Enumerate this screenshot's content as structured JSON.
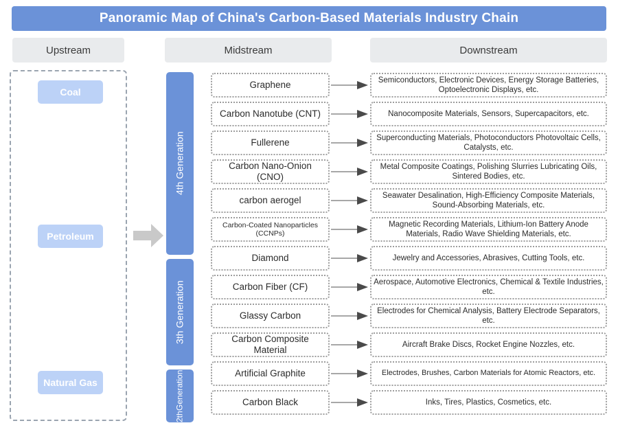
{
  "title": "Panoramic Map of China's Carbon-Based Materials Industry Chain",
  "colors": {
    "title_bar": "#6B92D8",
    "header_bg": "#E9EBED",
    "upstream_item": "#BCD2F7",
    "generation_bar": "#6B92D8",
    "dashed_border": "#9aa4b0",
    "dotted_border": "#9c9c9c",
    "big_arrow": "#C9C9C9"
  },
  "headers": {
    "upstream": "Upstream",
    "midstream": "Midstream",
    "downstream": "Downstream"
  },
  "upstream": {
    "items": [
      {
        "label": "Coal"
      },
      {
        "label": "Petroleum"
      },
      {
        "label": "Natural Gas"
      }
    ]
  },
  "generations": [
    {
      "label": "4th Generation"
    },
    {
      "label": "3th Generation"
    },
    {
      "label": "2th\nGeneration"
    }
  ],
  "rows": [
    {
      "midstream": "Graphene",
      "downstream": "Semiconductors, Electronic Devices, Energy Storage Batteries, Optoelectronic Displays, etc."
    },
    {
      "midstream": "Carbon Nanotube (CNT)",
      "downstream": "Nanocomposite Materials, Sensors, Supercapacitors, etc."
    },
    {
      "midstream": "Fullerene",
      "downstream": "Superconducting Materials, Photoconductors Photovoltaic Cells, Catalysts, etc."
    },
    {
      "midstream": "Carbon Nano-Onion (CNO)",
      "downstream": "Metal Composite Coatings, Polishing Slurries Lubricating Oils, Sintered Bodies, etc."
    },
    {
      "midstream": "carbon aerogel",
      "downstream": "Seawater Desalination, High-Efficiency Composite Materials, Sound-Absorbing Materials, etc."
    },
    {
      "midstream": "Carbon-Coated Nanoparticles (CCNPs)",
      "downstream": "Magnetic Recording Materials, Lithium-Ion Battery Anode Materials, Radio Wave Shielding Materials, etc."
    },
    {
      "midstream": "Diamond",
      "downstream": "Jewelry and Accessories, Abrasives, Cutting Tools, etc."
    },
    {
      "midstream": "Carbon Fiber (CF)",
      "downstream": "Aerospace, Automotive Electronics, Chemical & Textile Industries, etc."
    },
    {
      "midstream": "Glassy Carbon",
      "downstream": "Electrodes for Chemical Analysis, Battery Electrode Separators, etc."
    },
    {
      "midstream": "Carbon Composite Material",
      "downstream": "Aircraft Brake Discs, Rocket Engine Nozzles, etc."
    },
    {
      "midstream": "Artificial Graphite",
      "downstream": "Electrodes, Brushes, Carbon Materials for Atomic Reactors, etc."
    },
    {
      "midstream": "Carbon Black",
      "downstream": "Inks, Tires, Plastics, Cosmetics, etc."
    }
  ]
}
